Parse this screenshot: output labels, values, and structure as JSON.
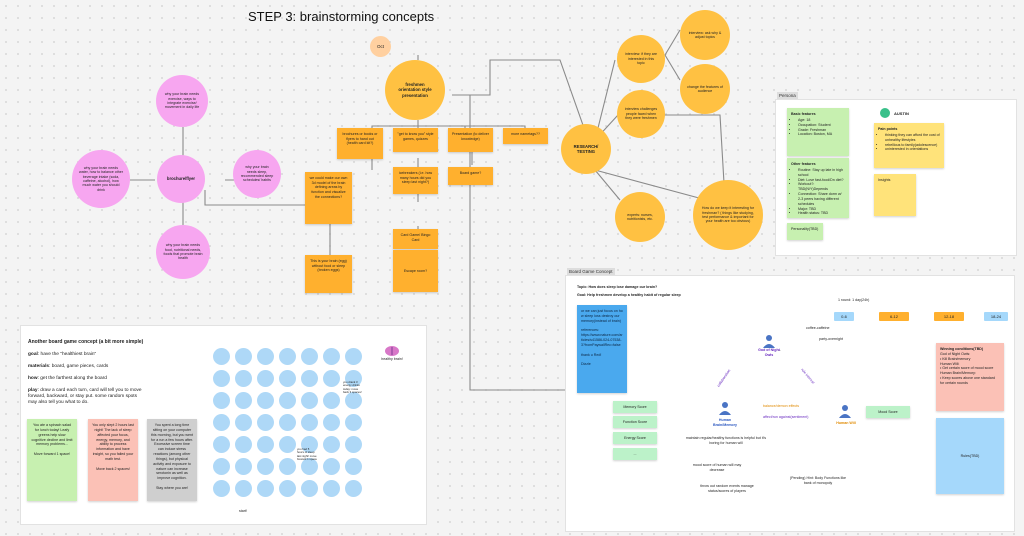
{
  "page": {
    "title": "STEP 3: brainstorming concepts"
  },
  "center": {
    "oct": "Oct",
    "hub": "freshmen orientation style presentation",
    "research": "RESEARCH/ TESTING",
    "brochure": "brochure/flyer"
  },
  "pink": [
    "why your brain needs exercise, ways to integrate exercise/ movement in daily life",
    "why your brain needs water, how to balance other beverage intake (soda, caffeine, alcohol), how much water you should drink",
    "why your brain needs sleep, recommended sleep schedules/ habits",
    "why your brain needs food, nutritional needs, foods that promote brain health"
  ],
  "research_circles": [
    "interview: if they are interested in this topic",
    "interview challenges people faced when they were freshmen",
    "experts: nurses, nutritionists, etc.",
    "interview: ask why & adjust topics",
    "change the features of audience",
    "How do we keep it interesting for freshman? ( things like studying, test performance & important for your health are too obvious)"
  ],
  "orange_notes": [
    "brochures or books or flyers to hand out (health card kit?)",
    "\"get to know you\" style games, quizzes",
    "Presentation (to deliver knowledge)",
    "more nametags??",
    "we could make our own 3d model of the brain defining areas by function and visualize the connections?",
    "icebreakers (i.e. how many hours did you sleep last night?)",
    "Board game?",
    "Card Game/ Bingo Card",
    "This is your brain (egg) without food or sleep (broken eggs)",
    "Escape room?"
  ],
  "persona": {
    "label": "Persona",
    "name": "AUSTIN",
    "basic_title": "Basic features",
    "basic": [
      "Age: 18",
      "Occupation: Student",
      "Grade: Freshman",
      "Location: Boston, MA"
    ],
    "other_title": "Other features",
    "other": [
      "Routine: Stay up late in high school",
      "Diet: Love fast-food/Dn diet?",
      "Workout?: TBD(N/Y)Depends",
      "Connection: Share dorm w/ 2-3 peers having different schedules",
      "Major: TBD",
      "Health status: TBD"
    ],
    "pain_title": "Pain points",
    "pain": [
      "thinking they can afford the cost of unhealthy lifestyles",
      "rebellious to family(adolescence)",
      "uninterested in orientations"
    ],
    "insights": "Insights",
    "personality": "Personality(TBD)"
  },
  "boardgame": {
    "label": "Board Game Concept",
    "topic": "Topic: How does sleep lose damage our brain?",
    "goal": "Goal: Help freshmen develop a healthy habit of regular sleep",
    "blue_note": "or we can just focus on how sleep loss destroy our memory(instead of brain)\n\nreferences:\nhttps://www.nature.com/articles/s41586-024-07538-3?fromPaywallRec=false\n\nthank u Red!\n\nDizzie",
    "round": "1 round: 1 day(24h)",
    "times": [
      "0-6",
      "6-12",
      "12-18",
      "18-24"
    ],
    "god": "God of Night Owls",
    "human_brain": "Human Brain/Memory",
    "human_will": "Human Will",
    "coffee": "coffee-caffeine",
    "party": "party-overnight",
    "affect": "affect/run against(sentiment)",
    "balance": "balance/demon effects",
    "collaboration": "collaboration",
    "rule_interest": "rule interest",
    "scores": [
      "Memory Score",
      "Function Score",
      "Energy Score",
      "..."
    ],
    "mood": "Mood Score",
    "notes": [
      "maintain regular/healthy functions is helpful but it's boring for human will",
      "mood score of human will may decrease",
      "throw out random events manage status/scores of players",
      "(Pending) Hint: Body Functions like bank of monopoly"
    ],
    "winning_title": "Winning conditions(TBD)",
    "winning": "God of Night Owls:\n• Kill Brain/memory\nHuman Will:\n• Get certain score of mood score\nHuman Brain/Memory:\n• Keep scores above one standard for certain rounds",
    "rules": "Rules(TBD)"
  },
  "other_concept": {
    "title": "Another board game concept (a bit more simple)",
    "goal_label": "goal",
    "goal": ": have the \"healthiest brain\"",
    "materials_label": "materials",
    "materials": ": board, game pieces, cards",
    "how_label": "how",
    "how": ": get the farthest along the board",
    "play_label": "play",
    "play": ": draw a card each turn, card will tell you to move forward, backward, or stay put. some random spots may also tell you what to do.",
    "cards": [
      "You ate a spinach salad for lunch today! Leafy greens help slow cognitive decline and limit memory problems...\n\nMove forward 1 space!",
      "You only slept 2 hours last night! The lack of sleep affected your focus, energy, memory, and ability to process information and have insight, so you failed your math test.\n\nMove back 2 spaces!",
      "You spent a long time sitting on your computer this morning, but you went for a run a few hours after. Excessive screen time can induce stress reactions (among other things), but physical activity and exposure to nature can increase serotonin as well as improve cognition.\n\nStay where you are!"
    ],
    "healthy": "healthy brain!",
    "start": "start!",
    "spot1": "you drank 3 energy drinks today: move back 3 spaces!",
    "spot2": "you had 5 hours of sleep last night! move forward 1 space"
  },
  "colors": {
    "pink": "#f7a6f0",
    "orange": "#ffc142",
    "note": "#ffb02e",
    "green": "#c7f0b0"
  }
}
